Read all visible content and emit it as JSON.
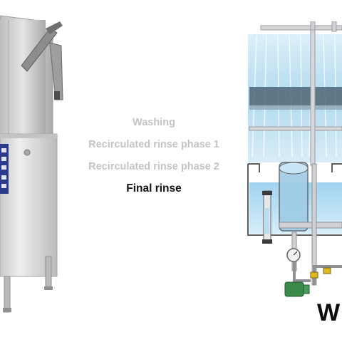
{
  "phases": [
    {
      "label": "Washing",
      "state": "inactive"
    },
    {
      "label": "Recirculated rinse phase 1",
      "state": "inactive"
    },
    {
      "label": "Recirculated rinse phase 2",
      "state": "inactive"
    },
    {
      "label": "Final rinse",
      "state": "active"
    }
  ],
  "brand": {
    "text": "W"
  },
  "colors": {
    "inactive_text": "#c4c4c4",
    "active_text": "#111111",
    "water": "#bfe3f5",
    "pump": "#3a8a4a",
    "valve": "#e0b820",
    "steel": "#d9dadc"
  }
}
